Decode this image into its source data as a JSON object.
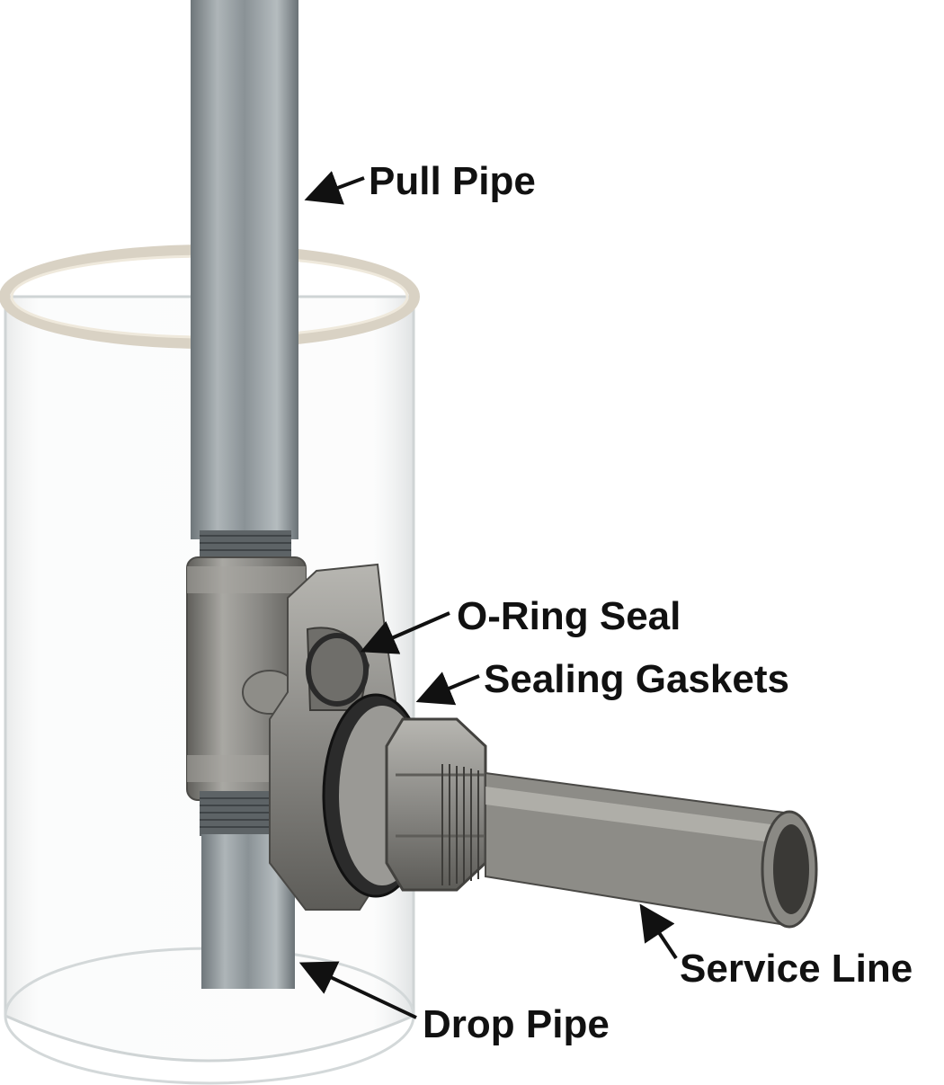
{
  "labels": {
    "pull_pipe": "Pull Pipe",
    "o_ring_seal": "O-Ring Seal",
    "sealing_gaskets": "Sealing Gaskets",
    "service_line": "Service Line",
    "drop_pipe": "Drop Pipe"
  },
  "colors": {
    "background": "#ffffff",
    "label_text": "#111111",
    "galvanized_steel": "#8e979b",
    "stainless_steel": "#9a9995",
    "clear_casing_rim": "#d9d2c4",
    "gasket": "#1a1a1a"
  }
}
